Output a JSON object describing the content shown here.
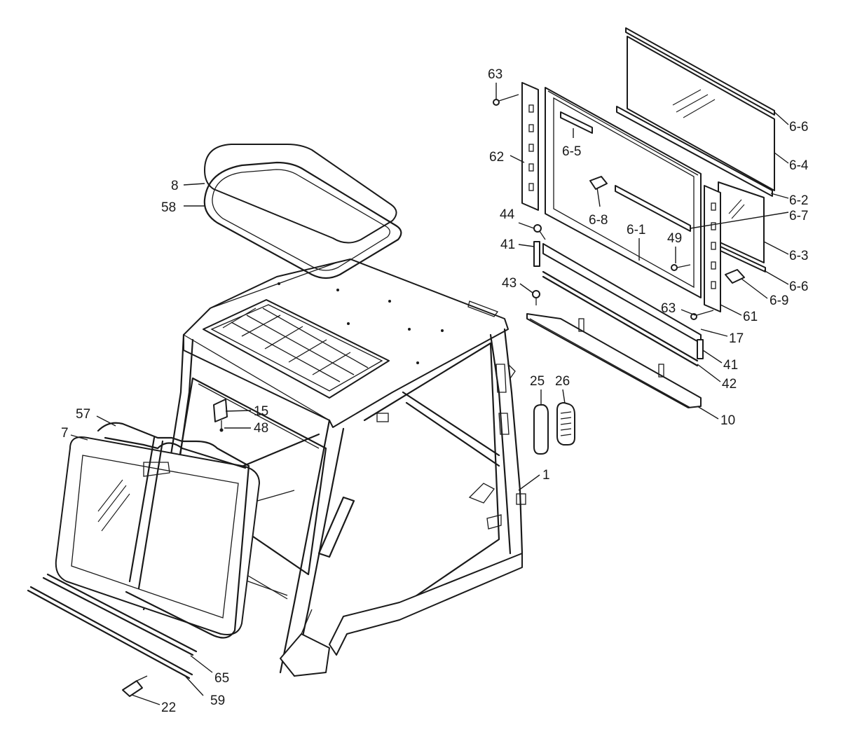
{
  "callouts": [
    {
      "id": "c-63-top",
      "text": "63"
    },
    {
      "id": "c-62",
      "text": "62"
    },
    {
      "id": "c-6-5",
      "text": "6-5"
    },
    {
      "id": "c-6-8",
      "text": "6-8"
    },
    {
      "id": "c-6-1",
      "text": "6-1"
    },
    {
      "id": "c-44",
      "text": "44"
    },
    {
      "id": "c-41-left",
      "text": "41"
    },
    {
      "id": "c-49",
      "text": "49"
    },
    {
      "id": "c-43",
      "text": "43"
    },
    {
      "id": "c-63-bottom",
      "text": "63"
    },
    {
      "id": "c-6-6-top",
      "text": "6-6"
    },
    {
      "id": "c-6-4",
      "text": "6-4"
    },
    {
      "id": "c-6-2",
      "text": "6-2"
    },
    {
      "id": "c-6-7",
      "text": "6-7"
    },
    {
      "id": "c-6-3",
      "text": "6-3"
    },
    {
      "id": "c-6-6-bottom",
      "text": "6-6"
    },
    {
      "id": "c-6-9",
      "text": "6-9"
    },
    {
      "id": "c-61",
      "text": "61"
    },
    {
      "id": "c-17",
      "text": "17"
    },
    {
      "id": "c-41-right",
      "text": "41"
    },
    {
      "id": "c-42",
      "text": "42"
    },
    {
      "id": "c-10",
      "text": "10"
    },
    {
      "id": "c-8",
      "text": "8"
    },
    {
      "id": "c-58",
      "text": "58"
    },
    {
      "id": "c-25",
      "text": "25"
    },
    {
      "id": "c-26",
      "text": "26"
    },
    {
      "id": "c-15",
      "text": "15"
    },
    {
      "id": "c-48",
      "text": "48"
    },
    {
      "id": "c-57",
      "text": "57"
    },
    {
      "id": "c-7",
      "text": "7"
    },
    {
      "id": "c-1",
      "text": "1"
    },
    {
      "id": "c-65",
      "text": "65"
    },
    {
      "id": "c-59",
      "text": "59"
    },
    {
      "id": "c-22",
      "text": "22"
    }
  ]
}
